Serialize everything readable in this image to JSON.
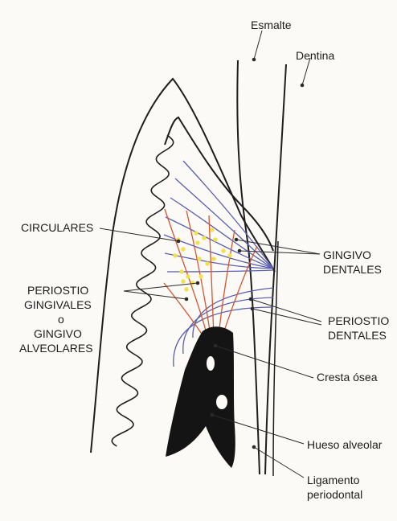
{
  "labels": {
    "esmalte": "Esmalte",
    "dentina": "Dentina",
    "circulares": "CIRCULARES",
    "gingivo_dentales_1": "GINGIVO",
    "gingivo_dentales_2": "DENTALES",
    "periostio_gingivales_1": "PERIOSTIO",
    "periostio_gingivales_2": "GINGIVALES",
    "periostio_gingivales_3": "o",
    "periostio_gingivales_4": "GINGIVO",
    "periostio_gingivales_5": "ALVEOLARES",
    "periostio_dentales_1": "PERIOSTIO",
    "periostio_dentales_2": "DENTALES",
    "cresta_osea": "Cresta ósea",
    "hueso_alveolar": "Hueso alveolar",
    "ligamento_1": "Ligamento",
    "ligamento_2": "periodontal"
  },
  "colors": {
    "outline": "#1e1e1e",
    "blue_fibers": "#5a5fb0",
    "red_fibers": "#d9542c",
    "yellow_dots": "#efe24a",
    "bone": "#141414",
    "paper": "#fbfaf6"
  }
}
